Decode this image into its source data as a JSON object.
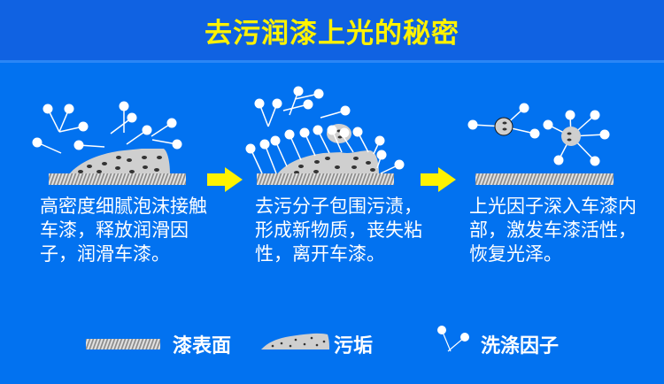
{
  "title": "去污润漆上光的秘密",
  "steps": [
    {
      "text": "高密度细腻泡沫接触车漆，释放润滑因子，润滑车漆。"
    },
    {
      "text": "去污分子包围污渍，形成新物质，丧失粘性，离开车漆。"
    },
    {
      "text": "上光因子深入车漆内部，激发车漆活性，恢复光泽。"
    }
  ],
  "legend": {
    "paint_surface": "漆表面",
    "dirt": "污垢",
    "cleaning_factor": "洗涤因子"
  },
  "colors": {
    "background": "#0272f0",
    "header": "#1062e2",
    "title": "#fff200",
    "arrow": "#fff200"
  }
}
